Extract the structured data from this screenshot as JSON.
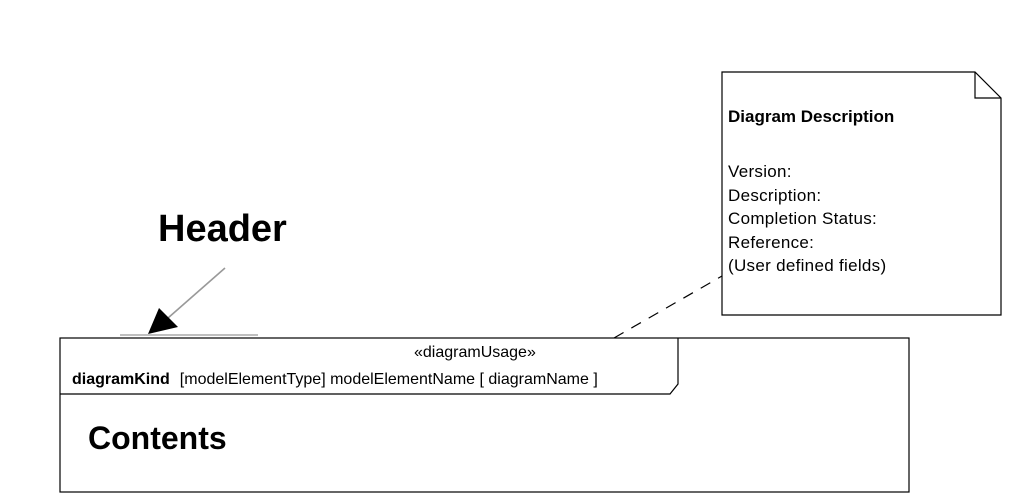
{
  "header_label": "Header",
  "frame": {
    "stereotype": "«diagramUsage»",
    "diagram_kind": "diagramKind",
    "header_text": "[modelElementType] modelElementName  [ diagramName ]",
    "contents_label": "Contents"
  },
  "note": {
    "title": "Diagram Description",
    "fields": [
      "Version:",
      "Description:",
      "Completion Status:",
      "Reference:",
      "(User defined fields)"
    ]
  },
  "colors": {
    "outline": "#000000",
    "pointer_arrow": "#999999",
    "arrow_head": "#000000",
    "header_underline": "#aaaaaa"
  }
}
